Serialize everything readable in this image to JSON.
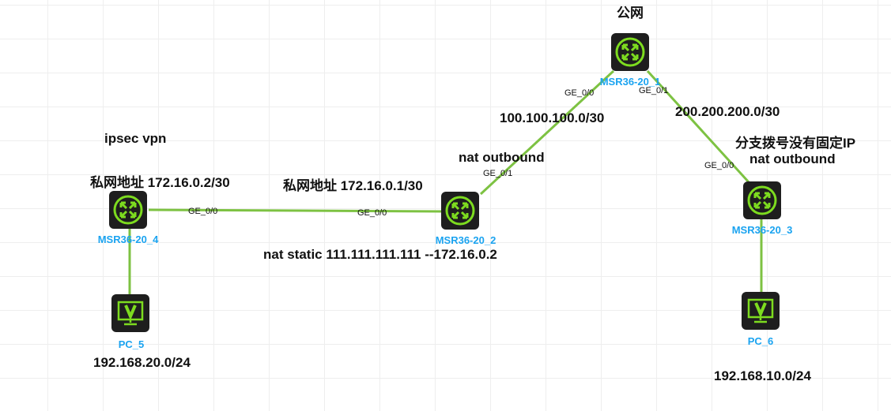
{
  "devices": {
    "r1": "MSR36-20_1",
    "r2": "MSR36-20_2",
    "r3": "MSR36-20_3",
    "r4": "MSR36-20_4",
    "pc5": "PC_5",
    "pc6": "PC_6"
  },
  "ports": {
    "r1_g00": "GE_0/0",
    "r1_g01": "GE_0/1",
    "r2_g01": "GE_0/1",
    "r2_g00": "GE_0/0",
    "r4_g00": "GE_0/0",
    "r3_g00": "GE_0/0"
  },
  "notes": {
    "public": "公网",
    "net1": "100.100.100.0/30",
    "net2": "200.200.200.0/30",
    "nat1": "nat outbound",
    "branch": "分支拨号没有固定IP",
    "nat2": "nat outbound",
    "ipsec": "ipsec vpn",
    "priv4": "私网地址 172.16.0.2/30",
    "priv2": "私网地址 172.16.0.1/30",
    "natstatic": "nat static 111.111.111.111 --172.16.0.2",
    "lan5": "192.168.20.0/24",
    "lan6": "192.168.10.0/24"
  },
  "colors": {
    "link": "#7dc242",
    "label": "#1aa3f0",
    "icon": "#7ddc1f"
  }
}
